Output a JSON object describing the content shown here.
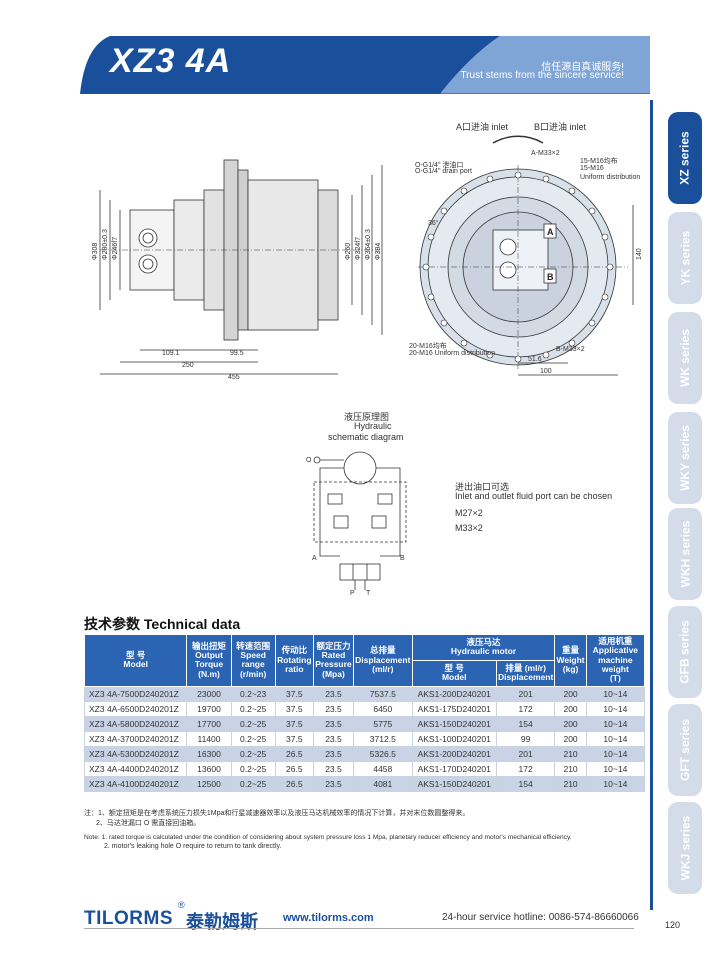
{
  "header": {
    "model": "XZ3 4A",
    "slogan_cn": "信任源自真诚服务!",
    "slogan_en": "Trust stems from the sincere service!"
  },
  "sidebar": {
    "tabs": [
      {
        "label": "XZ series",
        "active": true
      },
      {
        "label": "YK series",
        "active": false
      },
      {
        "label": "WK series",
        "active": false
      },
      {
        "label": "WKY series",
        "active": false
      },
      {
        "label": "WKH series",
        "active": false
      },
      {
        "label": "GFB series",
        "active": false
      },
      {
        "label": "GFT series",
        "active": false
      },
      {
        "label": "WKJ series",
        "active": false
      }
    ]
  },
  "side_view": {
    "dims_vertical": [
      "Φ308",
      "Φ280±0.3",
      "Φ246f7",
      "Φ260",
      "Φ324f7",
      "Φ364±0.3",
      "Φ394"
    ],
    "dims_horizontal": [
      "109.1",
      "99.5",
      "250",
      "455"
    ]
  },
  "front_view": {
    "inlet_a": "A口进油 inlet",
    "inlet_b": "B口进油 inlet",
    "drain_cn": "O-G1/4\" 泄油口",
    "drain_en": "O-G1/4\" drain port",
    "port_a": "A-M33×2",
    "port_b": "B-M33×2",
    "holes_15_cn": "15-M16均布",
    "holes_15_a": "15-M16",
    "holes_15_b": "Uniform distribution",
    "holes_20_cn": "20-M16均布",
    "holes_20_en": "20-M16 Uniform distribution",
    "angle": "36°",
    "dim_140": "140",
    "dim_51_6": "51.6",
    "dim_100": "100",
    "label_a": "A",
    "label_b": "B"
  },
  "schematic": {
    "title_cn": "液压原理图",
    "title_en1": "Hydraulic",
    "title_en2": "schematic diagram",
    "port_a": "A",
    "port_b": "B",
    "port_p": "P",
    "port_t": "T",
    "port_o": "O",
    "note_cn": "进出油口可选",
    "note_en": "Inlet and outlet fluid port can be chosen",
    "opt1": "M27×2",
    "opt2": "M33×2"
  },
  "technical": {
    "title": "技术参数 Technical data",
    "headers": {
      "model_cn": "型 号",
      "model_en": "Model",
      "torque_cn": "输出扭矩",
      "torque_en1": "Output",
      "torque_en2": "Torque",
      "torque_en3": "(N.m)",
      "speed_cn": "转速范围",
      "speed_en1": "Speed",
      "speed_en2": "range",
      "speed_en3": "(r/min)",
      "ratio_cn": "传动比",
      "ratio_en1": "Rotating",
      "ratio_en2": "ratio",
      "pressure_cn": "额定压力",
      "pressure_en1": "Rated",
      "pressure_en2": "Pressure",
      "pressure_en3": "(Mpa)",
      "disp_cn": "总排量",
      "disp_en1": "Displacement",
      "disp_en2": "(ml/r)",
      "motor_cn": "液压马达",
      "motor_en": "Hydraulic motor",
      "motor_model_cn": "型 号",
      "motor_model_en": "Model",
      "motor_disp_cn": "排量 (ml/r)",
      "motor_disp_en": "Displacement",
      "weight_cn": "重量",
      "weight_en1": "Weight",
      "weight_en2": "(kg)",
      "machine_cn": "适用机重",
      "machine_en1": "Applicative",
      "machine_en2": "machine weight",
      "machine_en3": "(T)"
    },
    "rows": [
      [
        "XZ3 4A-7500D240201Z",
        "23000",
        "0.2~23",
        "37.5",
        "23.5",
        "7537.5",
        "AKS1-200D240201",
        "201",
        "200",
        "10~14"
      ],
      [
        "XZ3 4A-6500D240201Z",
        "19700",
        "0.2~25",
        "37.5",
        "23.5",
        "6450",
        "AKS1-175D240201",
        "172",
        "200",
        "10~14"
      ],
      [
        "XZ3 4A-5800D240201Z",
        "17700",
        "0.2~25",
        "37.5",
        "23.5",
        "5775",
        "AKS1-150D240201",
        "154",
        "200",
        "10~14"
      ],
      [
        "XZ3 4A-3700D240201Z",
        "11400",
        "0.2~25",
        "37.5",
        "23.5",
        "3712.5",
        "AKS1-100D240201",
        "99",
        "200",
        "10~14"
      ],
      [
        "XZ3 4A-5300D240201Z",
        "16300",
        "0.2~25",
        "26.5",
        "23.5",
        "5326.5",
        "AKS1-200D240201",
        "201",
        "210",
        "10~14"
      ],
      [
        "XZ3 4A-4400D240201Z",
        "13600",
        "0.2~25",
        "26.5",
        "23.5",
        "4458",
        "AKS1-170D240201",
        "172",
        "210",
        "10~14"
      ],
      [
        "XZ3 4A-4100D240201Z",
        "12500",
        "0.2~25",
        "26.5",
        "23.5",
        "4081",
        "AKS1-150D240201",
        "154",
        "210",
        "10~14"
      ]
    ],
    "stripe_rows": [
      0,
      2,
      4,
      6
    ]
  },
  "notes": {
    "cn1": "注：1、额定扭矩是在考虑系统压力损失1Mpa和行星减速器效率以及液压马达机械效率的情况下计算，并对末位数圆整得来。",
    "cn2": "2、马达泄漏口 O 需直接回油箱。",
    "en1": "Note: 1. rated torque is calculated under the condition of considering about system pressure loss 1 Mpa, planetary reducer efficiency and motor's mechanical efficiency.",
    "en2": "2. motor's leaking hole  O  require to return to tank directly."
  },
  "footer": {
    "brand": "TILORMS",
    "reg": "®",
    "brand_cn": "泰勒姆斯",
    "website": "www.tilorms.com",
    "hotline": "24-hour service hotline: 0086-574-86660066",
    "page": "120"
  },
  "colors": {
    "brand_blue": "#1a4f9c",
    "table_header": "#2b64b3",
    "stripe": "#c8d4e6"
  }
}
